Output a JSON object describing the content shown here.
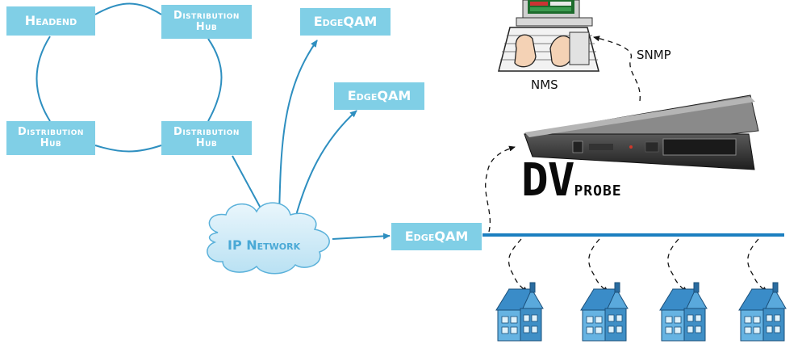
{
  "nodes": {
    "headend": "Headend",
    "dist_hub_top_right": [
      "Distribution",
      "Hub"
    ],
    "dist_hub_bottom_left": [
      "Distribution",
      "Hub"
    ],
    "dist_hub_bottom_right": [
      "Distribution",
      "Hub"
    ],
    "edgeqam_top": "EdgeQAM",
    "edgeqam_middle": "EdgeQAM",
    "edgeqam_main": "EdgeQAM",
    "ip_network": "IP Network"
  },
  "labels": {
    "nms": "NMS",
    "snmp": "SNMP",
    "probe_dv": "DV",
    "probe_rest": "probe"
  },
  "colors": {
    "box": "#80cfe6",
    "line": "#2e8fc0",
    "bus": "#1b7fc0",
    "house": "#4fa0d8"
  }
}
